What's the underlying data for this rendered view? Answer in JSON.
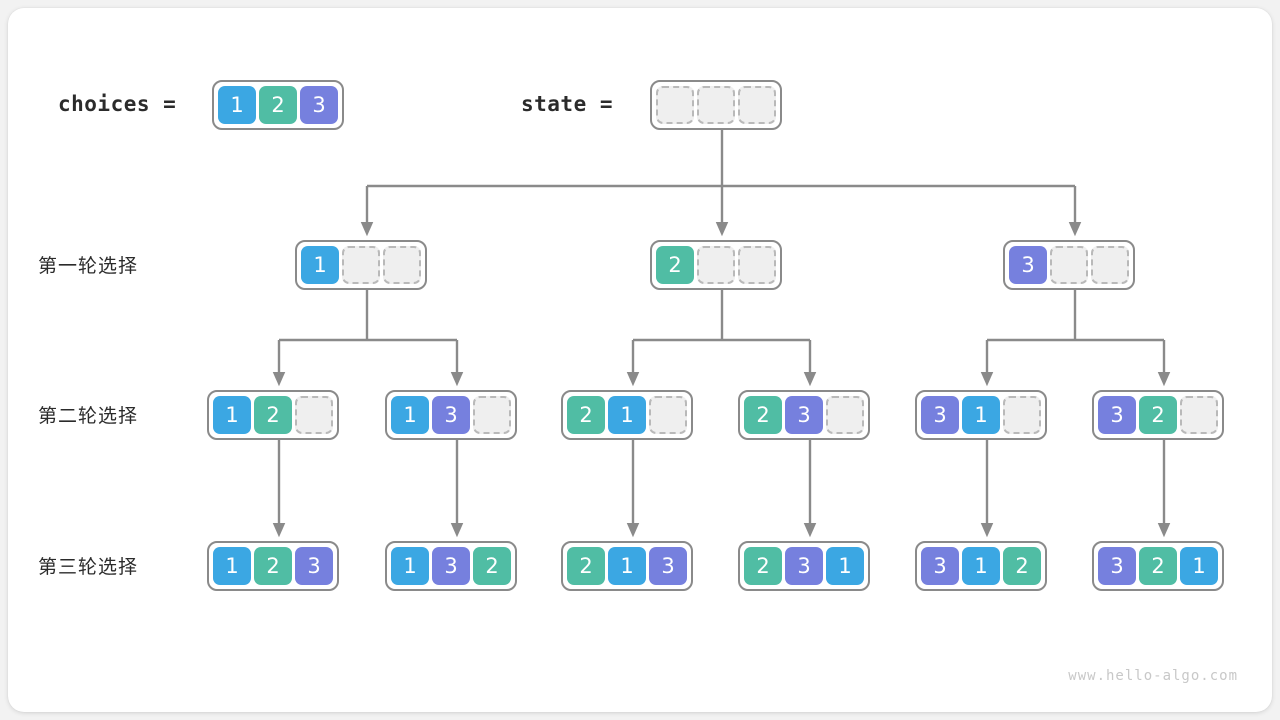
{
  "page": {
    "watermark": "www.hello-algo.com",
    "background": "#f2f2f2",
    "card_background": "#ffffff"
  },
  "colors": {
    "value_1": "#3ba7e3",
    "value_2": "#50bda4",
    "value_3": "#7680de",
    "empty_cell": "#efefef",
    "empty_border": "#b9b9b9",
    "frame_border": "#8a8a8a",
    "connector": "#8a8a8a",
    "text": "#2b2b2b",
    "watermark": "#c8c8c8"
  },
  "header": {
    "choices_label": "choices =",
    "state_label": "state ="
  },
  "row_labels": {
    "round1": "第一轮选择",
    "round2": "第二轮选择",
    "round3": "第三轮选择"
  },
  "arrays": {
    "choices": {
      "cells": [
        "1",
        "2",
        "3"
      ]
    },
    "state": {
      "cells": [
        "",
        "",
        ""
      ]
    },
    "round1": [
      {
        "cells": [
          "1",
          "",
          ""
        ]
      },
      {
        "cells": [
          "2",
          "",
          ""
        ]
      },
      {
        "cells": [
          "3",
          "",
          ""
        ]
      }
    ],
    "round2": [
      {
        "cells": [
          "1",
          "2",
          ""
        ]
      },
      {
        "cells": [
          "1",
          "3",
          ""
        ]
      },
      {
        "cells": [
          "2",
          "1",
          ""
        ]
      },
      {
        "cells": [
          "2",
          "3",
          ""
        ]
      },
      {
        "cells": [
          "3",
          "1",
          ""
        ]
      },
      {
        "cells": [
          "3",
          "2",
          ""
        ]
      }
    ],
    "round3": [
      {
        "cells": [
          "1",
          "2",
          "3"
        ]
      },
      {
        "cells": [
          "1",
          "3",
          "2"
        ]
      },
      {
        "cells": [
          "2",
          "1",
          "3"
        ]
      },
      {
        "cells": [
          "2",
          "3",
          "1"
        ]
      },
      {
        "cells": [
          "3",
          "1",
          "2"
        ]
      },
      {
        "cells": [
          "3",
          "2",
          "1"
        ]
      }
    ]
  },
  "layout": {
    "row_y": {
      "header": 103,
      "round1": 263,
      "round2": 413,
      "round3": 564
    },
    "round1_centers": [
      367,
      722,
      1075
    ],
    "round2_centers": [
      279,
      457,
      633,
      810,
      987,
      1164
    ],
    "state_center": 722
  }
}
